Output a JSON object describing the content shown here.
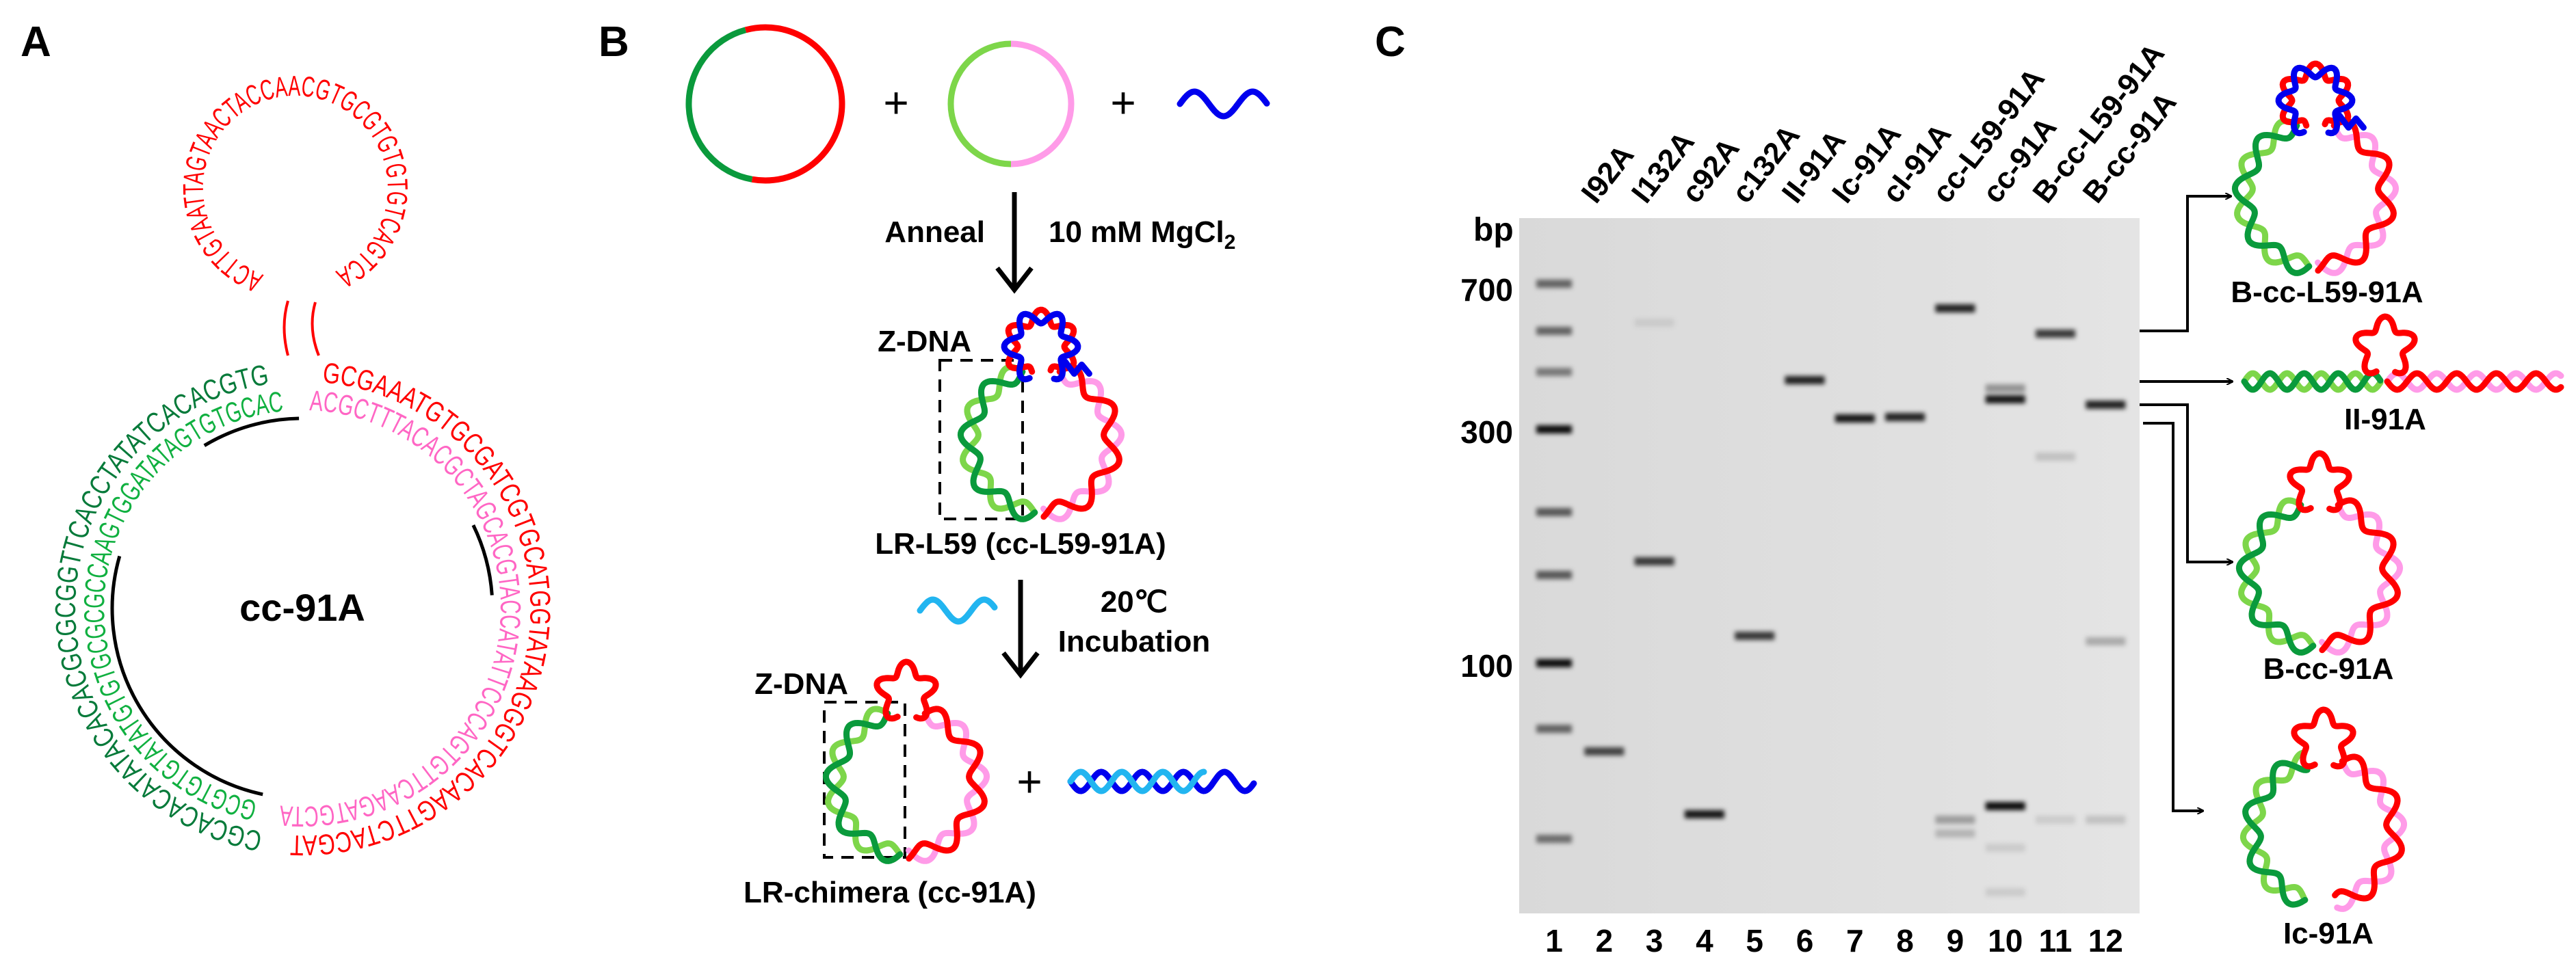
{
  "panels": {
    "a": "A",
    "b": "B",
    "c": "C"
  },
  "colors": {
    "dark_green": "#0a9a3c",
    "light_green": "#7dd64a",
    "red": "#ff0000",
    "pink": "#ff9be8",
    "blue": "#0000ee",
    "cyan": "#22b5f0",
    "gel_bg": "#dddddd"
  },
  "panel_a": {
    "center_label": "cc-91A",
    "loop_seq": "ACTTGTAATTAGTAACTACCAACGTGCGTGTGTGTCAGTCA",
    "outer_green_seq": "CGCACACATATACACACGCGCGGTTCACCTATATCACACGTG",
    "outer_red_seq": "GCGAAATGTGCGATCGTGCATGGTATAAGGGTCACAAGTTCTACGAT",
    "inner_green_seq": "GCGTGTGTATATGTGTGCGCGCCAAGTGGATATAGTGTGCAC",
    "inner_pink_seq": "ACGCTTTACACGCTAGCACGTACCATATTCCCAGTGTTCAAGATGCTA"
  },
  "panel_b": {
    "plus": "+",
    "anneal": "Anneal",
    "mgcl2": "10 mM MgCl",
    "mgcl2_sub": "2",
    "zdna": "Z-DNA",
    "lr_l59": "LR-L59 (cc-L59-91A)",
    "temp": "20℃",
    "incubation": "Incubation",
    "lr_chimera": "LR-chimera (cc-91A)"
  },
  "panel_c": {
    "bp": "bp",
    "ladder_labels": [
      "700",
      "300",
      "100"
    ],
    "lane_names": [
      "I92A",
      "I132A",
      "c92A",
      "c132A",
      "II-91A",
      "Ic-91A",
      "cI-91A",
      "cc-L59-91A",
      "cc-91A",
      "B-cc-L59-91A",
      "B-cc-91A"
    ],
    "lane_numbers": [
      "1",
      "2",
      "3",
      "4",
      "5",
      "6",
      "7",
      "8",
      "9",
      "10",
      "11",
      "12"
    ],
    "structures": [
      "B-cc-L59-91A",
      "II-91A",
      "B-cc-91A",
      "Ic-91A"
    ]
  }
}
